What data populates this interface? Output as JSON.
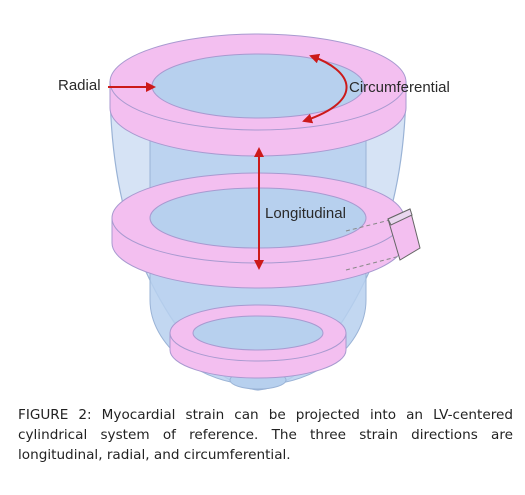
{
  "diagram": {
    "labels": {
      "radial": "Radial",
      "circumferential": "Circumferential",
      "longitudinal": "Longitudinal"
    },
    "colors": {
      "wall": "#c8daf1",
      "wall_edge": "#9ab3d6",
      "cavity": "#b7d0ee",
      "ring": "#f3bff0",
      "ring_edge": "#a89ad0",
      "arrow": "#cc1a1a",
      "text": "#2a2a2a"
    }
  },
  "caption": {
    "text": "FIGURE 2: Myocardial strain can be projected into an LV-centered cylindrical system of reference. The three strain directions are longitudinal, radial, and circumferential."
  }
}
